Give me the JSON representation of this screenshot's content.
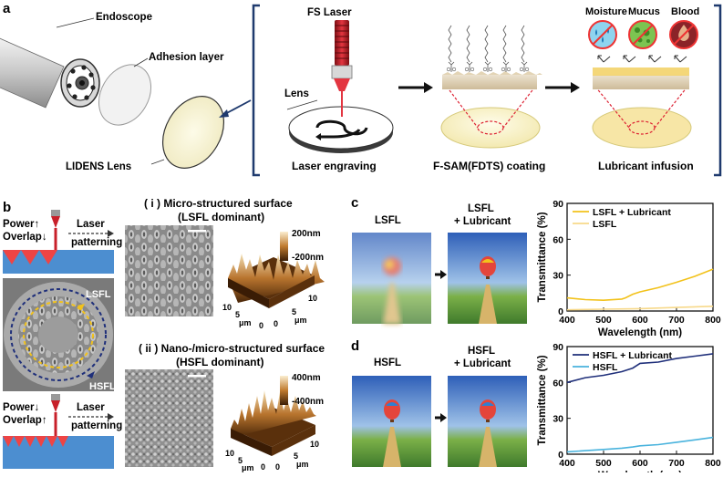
{
  "panels": {
    "a": {
      "letter": "a",
      "labels": {
        "endoscope": "Endoscope",
        "adhesion": "Adhesion layer",
        "lidens": "LIDENS Lens",
        "fs_laser": "FS Laser",
        "lens": "Lens",
        "laser_engraving": "Laser engraving",
        "fsam": "F-SAM(FDTS) coating",
        "lubricant_infusion": "Lubricant infusion",
        "moisture": "Moisture",
        "mucus": "Mucus",
        "blood": "Blood"
      }
    },
    "b": {
      "letter": "b",
      "top": {
        "power": "Power↑",
        "overlap": "Overlap↓",
        "laser": "Laser",
        "patterning": "patterning"
      },
      "bottom": {
        "power": "Power↓",
        "overlap": "Overlap↑",
        "laser": "Laser",
        "patterning": "patterning"
      },
      "lsfl": "LSFL",
      "hsfl": "HSFL",
      "i": {
        "title": "( i ) Micro-structured surface",
        "subtitle": "(LSFL dominant)",
        "scale_top": "200nm",
        "scale_bot": "-200nm",
        "ticks_x": [
          "0",
          "5",
          "10"
        ],
        "ticks_y": [
          "10",
          "5",
          "0"
        ],
        "unit": "μm"
      },
      "ii": {
        "title": "( ii ) Nano-/micro-structured surface",
        "subtitle": "(HSFL dominant)",
        "scale_top": "400nm",
        "scale_bot": "-400nm",
        "ticks_x": [
          "0",
          "5",
          "10"
        ],
        "ticks_y": [
          "10",
          "5",
          "0"
        ],
        "unit": "μm"
      }
    },
    "c": {
      "letter": "c",
      "img1": "LSFL",
      "img2_line1": "LSFL",
      "img2_line2": "+ Lubricant"
    },
    "d": {
      "letter": "d",
      "img1": "HSFL",
      "img2_line1": "HSFL",
      "img2_line2": "+ Lubricant"
    }
  },
  "colors": {
    "bracket": "#1f3a6e",
    "lsfl_lub": "#f2c21b",
    "lsfl": "#f7d98a",
    "hsfl_lub": "#1f2f7a",
    "hsfl": "#49b3dd",
    "laser_red": "#c8202a",
    "sky": "#3b6fc4"
  },
  "chart_data": [
    {
      "type": "line",
      "xlabel": "Wavelength (nm)",
      "ylabel": "Transmittance (%)",
      "xlim": [
        400,
        800
      ],
      "ylim": [
        0,
        90
      ],
      "xticks": [
        400,
        500,
        600,
        700,
        800
      ],
      "yticks": [
        0,
        30,
        60,
        90
      ],
      "legend": "top-left",
      "series": [
        {
          "name": "LSFL + Lubricant",
          "color": "#f2c21b",
          "x": [
            400,
            450,
            500,
            550,
            560,
            580,
            600,
            650,
            700,
            750,
            800
          ],
          "y": [
            11,
            9.5,
            9,
            10,
            11,
            14,
            16,
            19.5,
            24,
            29,
            35
          ]
        },
        {
          "name": "LSFL",
          "color": "#f7d98a",
          "x": [
            400,
            500,
            600,
            700,
            800
          ],
          "y": [
            1,
            1.5,
            2,
            3,
            4
          ]
        }
      ]
    },
    {
      "type": "line",
      "xlabel": "Wavelength (nm)",
      "ylabel": "Transmittance (%)",
      "xlim": [
        400,
        800
      ],
      "ylim": [
        0,
        90
      ],
      "xticks": [
        400,
        500,
        600,
        700,
        800
      ],
      "yticks": [
        0,
        30,
        60,
        90
      ],
      "legend": "top-left",
      "series": [
        {
          "name": "HSFL + Lubricant",
          "color": "#1f2f7a",
          "x": [
            400,
            450,
            500,
            550,
            580,
            600,
            650,
            700,
            750,
            800
          ],
          "y": [
            60,
            64,
            66,
            69,
            72,
            76,
            77,
            80,
            82,
            84
          ]
        },
        {
          "name": "HSFL",
          "color": "#49b3dd",
          "x": [
            400,
            500,
            550,
            580,
            600,
            650,
            700,
            750,
            800
          ],
          "y": [
            2,
            4,
            5,
            6,
            7,
            8,
            10,
            12,
            14
          ]
        }
      ]
    }
  ]
}
